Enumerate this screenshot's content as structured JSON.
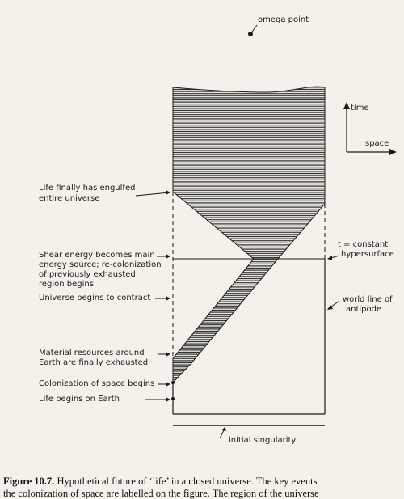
{
  "labels": {
    "omega_point": "omega point",
    "time": "time",
    "space": "space",
    "life_engulfed_line1": "Life finally has engulfed",
    "life_engulfed_line2": "entire universe",
    "shear_line1": "Shear energy becomes main",
    "shear_line2": "energy source; re-colonization",
    "shear_line3": "of previously exhausted",
    "shear_line4": "region begins",
    "contract": "Universe begins to contract",
    "material_line1": "Material resources around",
    "material_line2": "Earth are finally exhausted",
    "colonization": "Colonization of space begins",
    "life_begins": "Life begins on Earth",
    "t_constant_line1": "t = constant",
    "t_constant_line2": "hypersurface",
    "antipode_line1": "world line of",
    "antipode_line2": "antipode",
    "initial_singularity": "initial singularity"
  },
  "caption": {
    "figure_number": "Figure 10.7.",
    "line1_text": "Hypothetical future of ‘life’ in a closed universe. The key events",
    "line2_text": "the colonization of space are labelled on the figure. The region of the universe"
  },
  "colors": {
    "ink": "#1a1a1a",
    "paper": "#f4f1ea"
  }
}
